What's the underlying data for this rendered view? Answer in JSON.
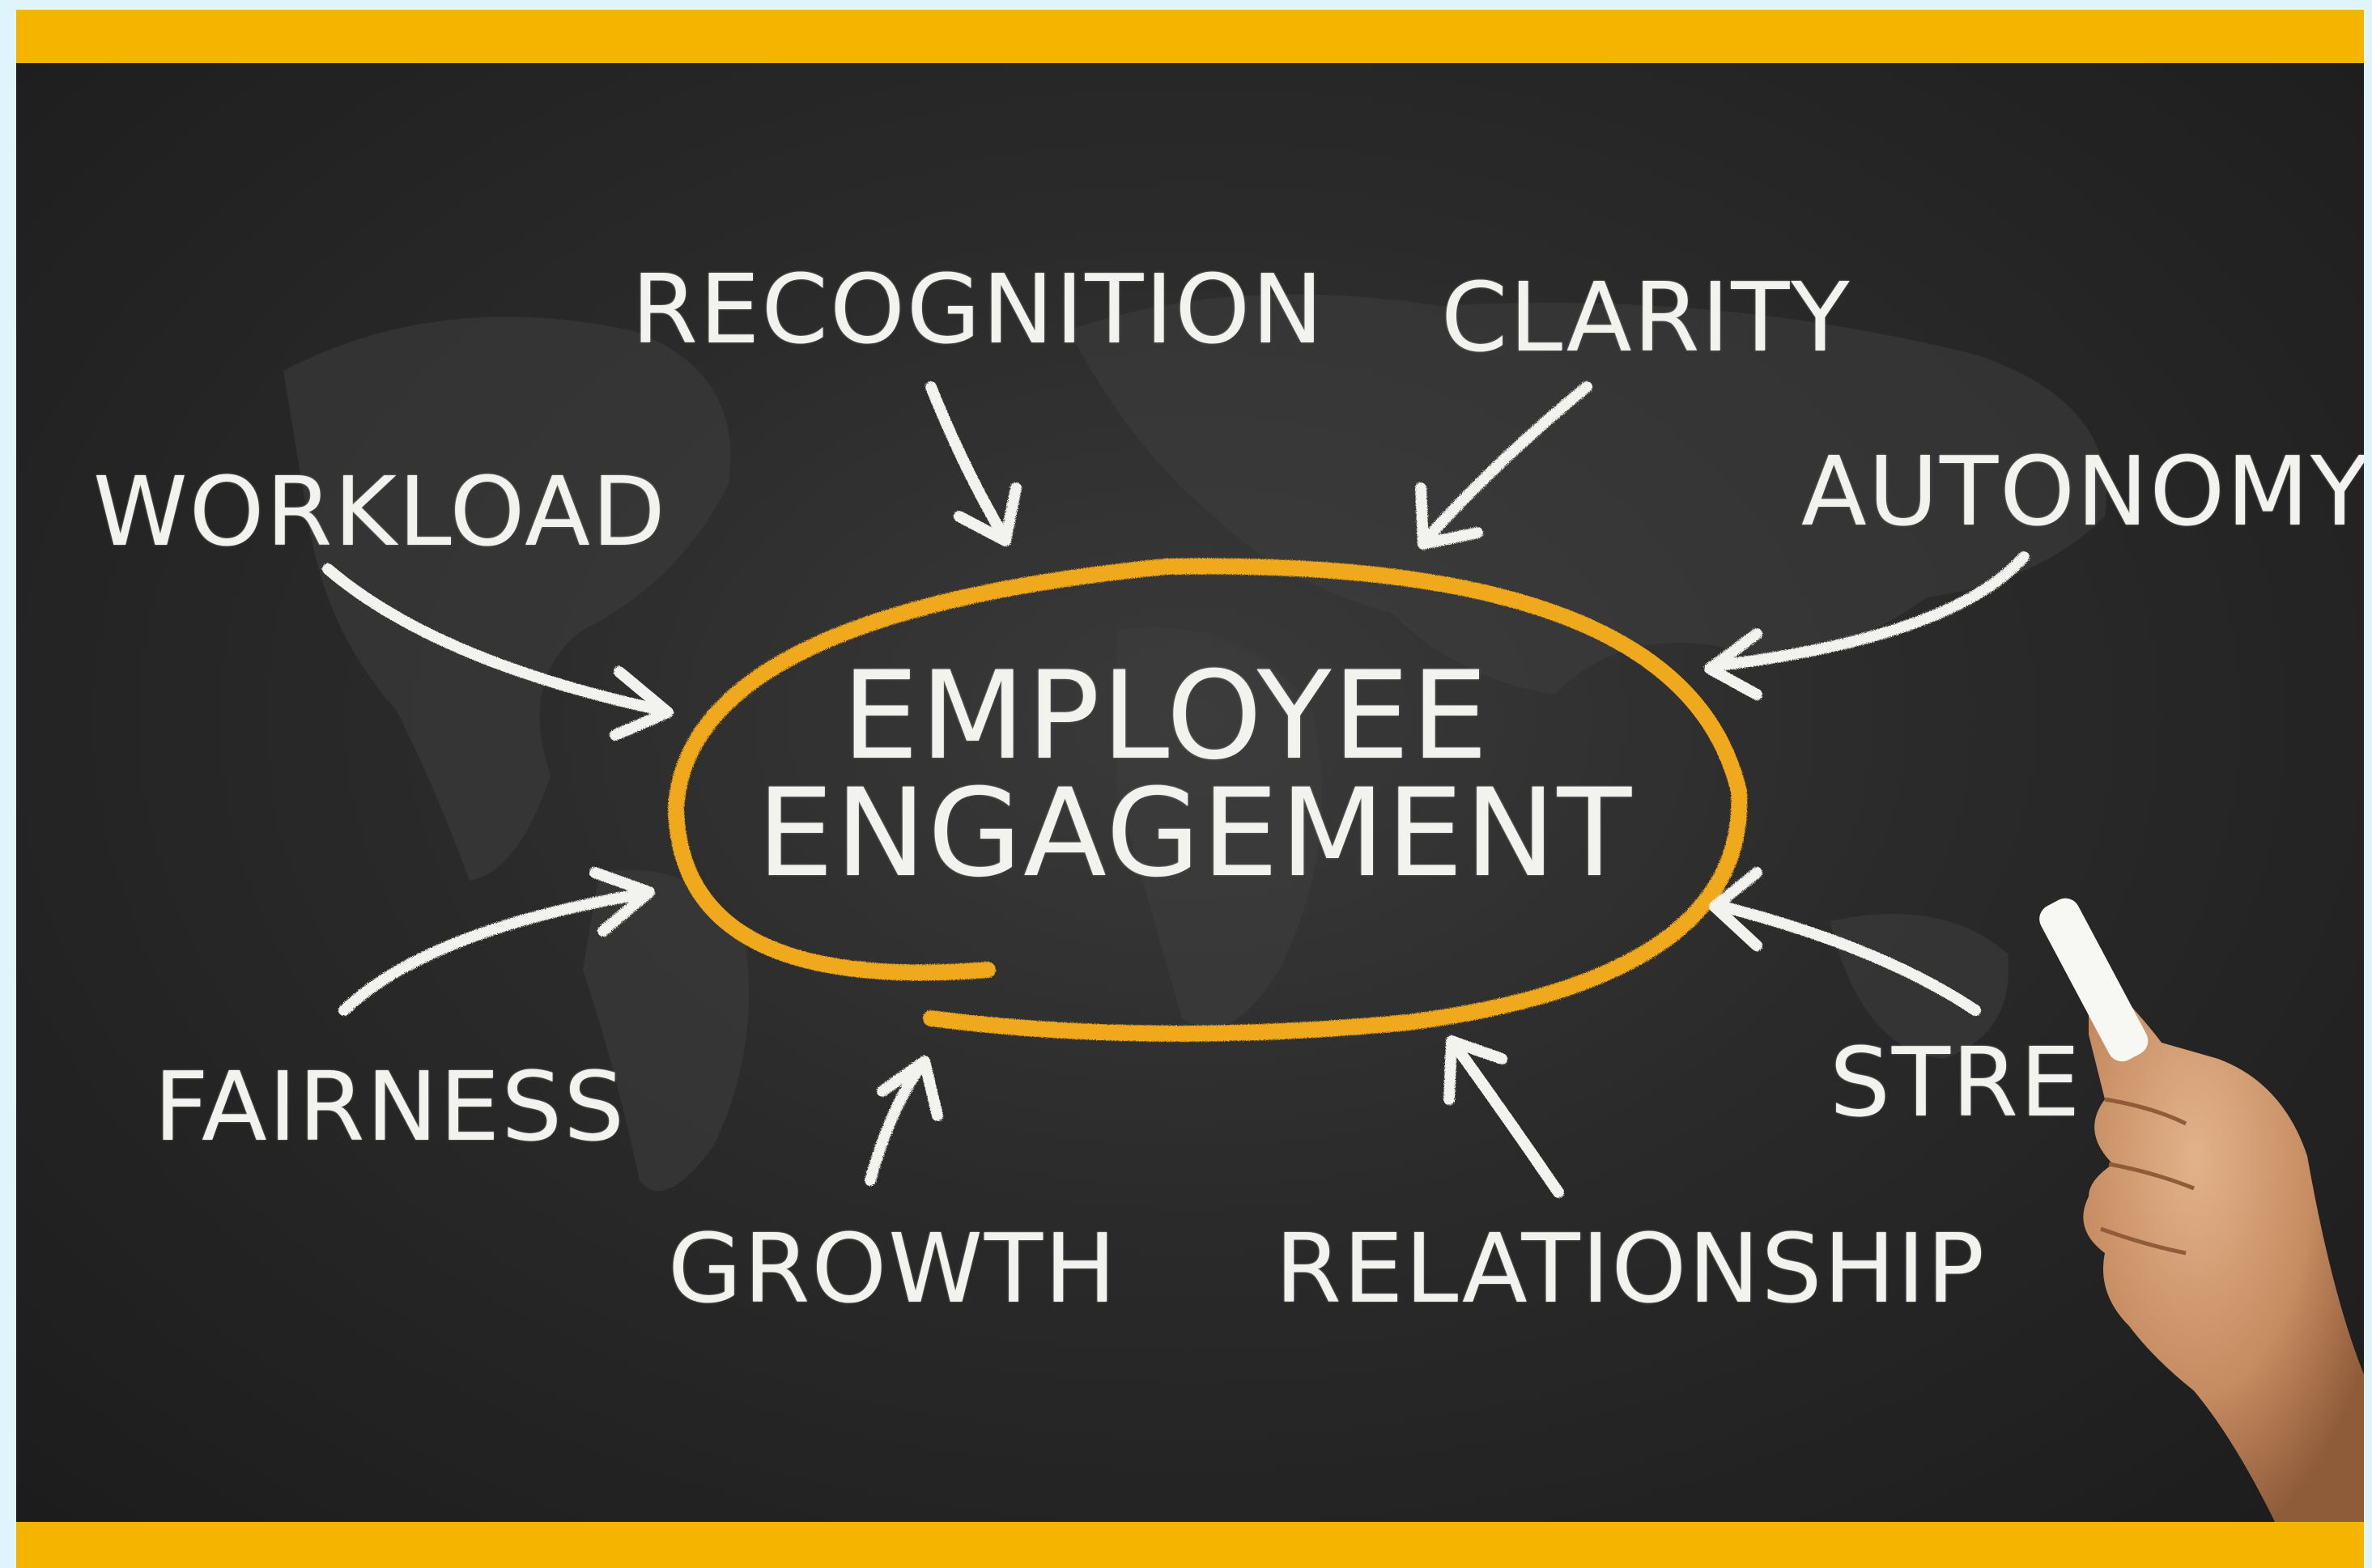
{
  "labels": {
    "center_line1": "EMPLOYEE",
    "center_line2": "ENGAGEMENT",
    "recognition": "RECOGNITION",
    "clarity": "CLARITY",
    "workload": "WORKLOAD",
    "autonomy": "AUTONOMY",
    "fairness": "FAIRNESS",
    "growth": "GROWTH",
    "relationship": "RELATIONSHIP",
    "stress_visible": "STRE"
  },
  "colors": {
    "frame": "#f5b400",
    "board": "#2a2a2a",
    "chalk": "#f2f2ee",
    "ellipse": "#f0a81c",
    "outer_background": "#dff4fb"
  },
  "icons": {
    "hand": "hand-holding-chalk-icon"
  }
}
